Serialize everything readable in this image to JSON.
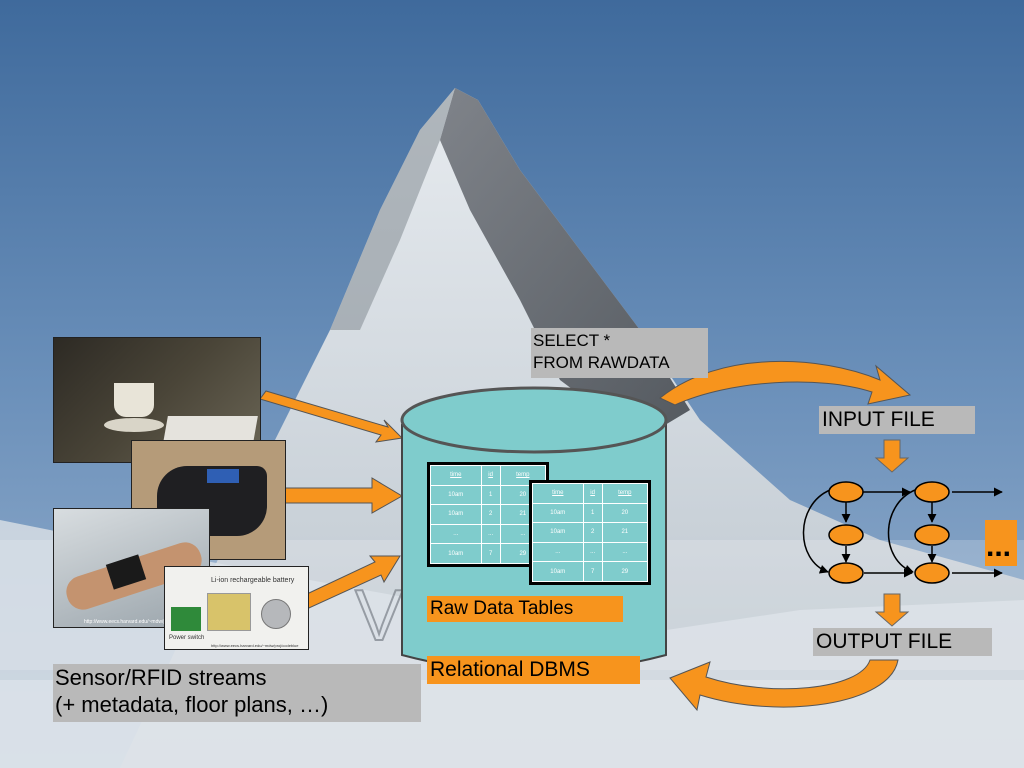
{
  "query": {
    "line1": "SELECT *",
    "line2": "FROM  RAWDATA"
  },
  "database": {
    "tables_label": "Raw Data Tables",
    "dbms_label": "Relational DBMS",
    "table_back": {
      "headers": [
        "time",
        "id",
        "temp"
      ],
      "rows": [
        [
          "10am",
          "1",
          "20"
        ],
        [
          "10am",
          "2",
          "21"
        ],
        [
          "...",
          "...",
          "..."
        ],
        [
          "10am",
          "7",
          "29"
        ]
      ]
    },
    "table_front": {
      "headers": [
        "time",
        "id",
        "temp"
      ],
      "rows": [
        [
          "10am",
          "1",
          "20"
        ],
        [
          "10am",
          "2",
          "21"
        ],
        [
          "...",
          "...",
          "..."
        ],
        [
          "10am",
          "7",
          "29"
        ]
      ]
    }
  },
  "workflow": {
    "input_label": "INPUT FILE",
    "output_label": "OUTPUT FILE",
    "ellipsis": "..."
  },
  "sources": {
    "caption_line1": "Sensor/RFID streams",
    "caption_line2": "(+ metadata, floor plans, …)",
    "battery_label": "Li-ion rechargeable battery",
    "power_switch": "Power switch",
    "url_1": "http://www.eecs.harvard.edu/~mdw/proj/codeblue",
    "url_2": "http://www.eecs.harvard.edu/~mdw/proj/codeblue"
  },
  "background": {
    "watermark_text": "Volume"
  },
  "colors": {
    "accent_orange": "#f7941d",
    "cylinder_fill": "#7fcccc",
    "sky": "#5f86b2"
  }
}
